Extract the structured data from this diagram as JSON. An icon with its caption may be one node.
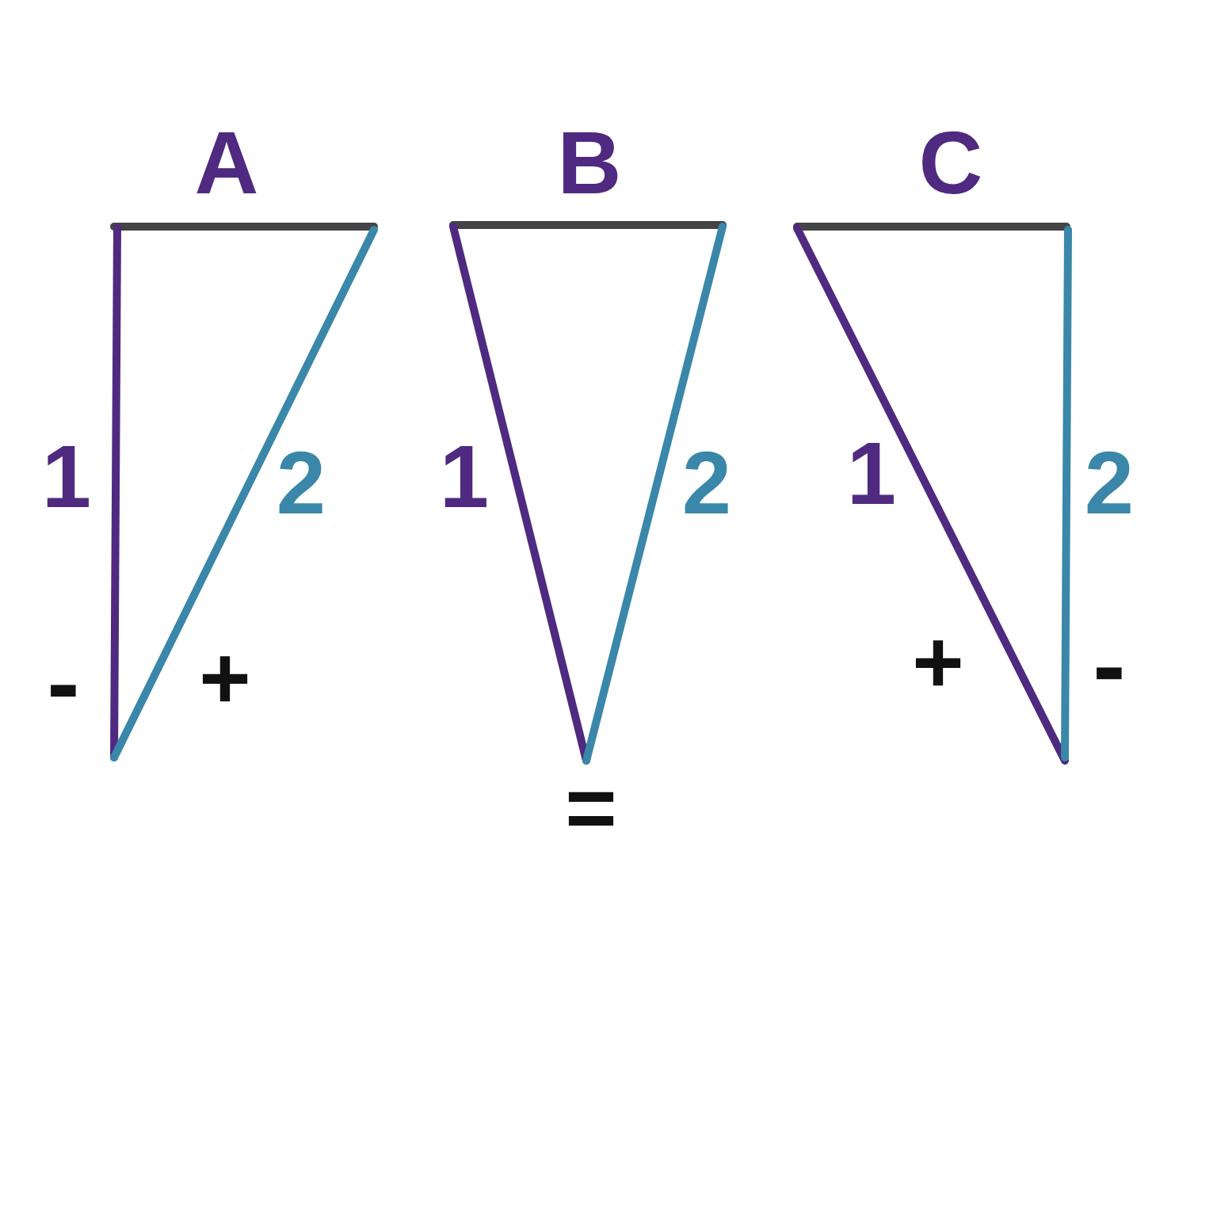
{
  "diagram": {
    "labels": [
      "A",
      "B",
      "C",
      "1",
      "2",
      "1",
      "2",
      "1",
      "2",
      "-",
      "+",
      "+",
      "-",
      "="
    ]
  }
}
